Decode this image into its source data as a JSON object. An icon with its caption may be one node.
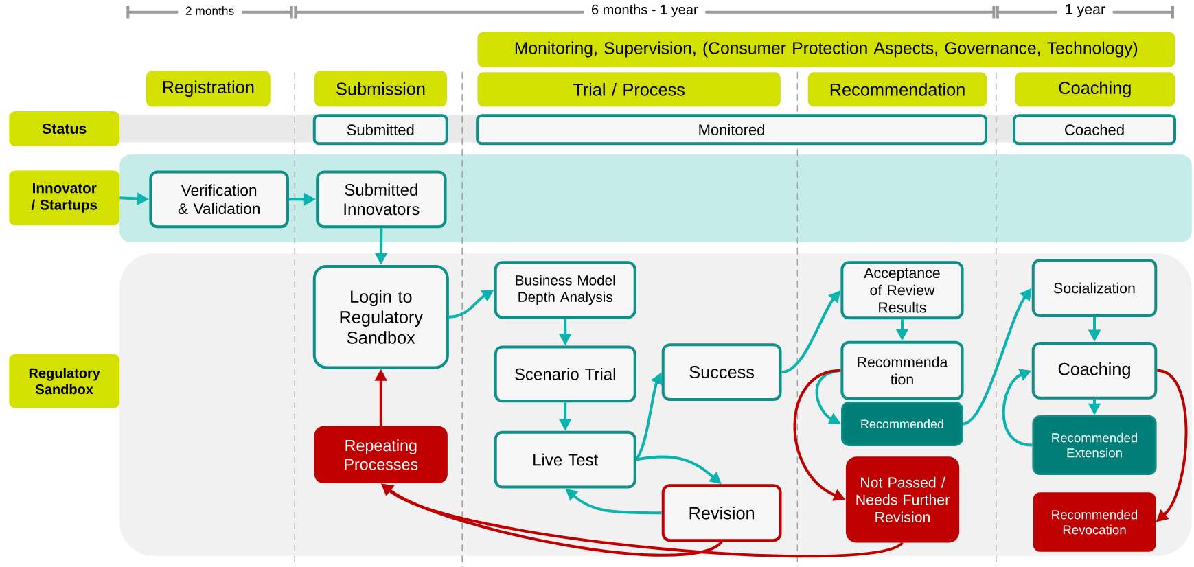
{
  "diagram": {
    "nodes": [
      {
        "text": [
          "Monitoring, Supervision, (Consumer Protection Aspects, Governance, Technology)"
        ]
      },
      {
        "text": [
          "Registration"
        ]
      },
      {
        "text": [
          "Submission"
        ]
      },
      {
        "text": [
          "Trial / Process"
        ]
      },
      {
        "text": [
          "Recommendation"
        ]
      },
      {
        "text": [
          "Coaching"
        ]
      },
      {
        "text": [
          "Status"
        ]
      },
      {
        "text": [],
        "shape": "box"
      },
      {
        "text": [
          "Submitted"
        ],
        "in": 7
      },
      {
        "text": [
          "Monitored"
        ],
        "in": 7
      },
      {
        "text": [
          "Coached"
        ],
        "in": 7
      },
      {
        "text": [
          "Innovator / Startups"
        ]
      },
      {
        "text": [],
        "shape": "box"
      },
      {
        "text": [
          "Verification & Validation"
        ],
        "in": 12
      },
      {
        "text": [
          "Submitted Innovators"
        ],
        "in": 12
      },
      {
        "text": [
          "Regulatory Sandbox"
        ]
      },
      {
        "text": [],
        "shape": "box"
      },
      {
        "text": [
          "Login to Regulatory Sandbox"
        ],
        "in": 16
      },
      {
        "text": [
          "Business Model Depth Analysis"
        ],
        "in": 16
      },
      {
        "text": [
          "Scenario Trial"
        ],
        "in": 16
      },
      {
        "text": [
          "Live Test"
        ],
        "in": 16
      },
      {
        "text": [
          "Success"
        ],
        "in": 16
      },
      {
        "text": [
          "Revision"
        ],
        "in": 16
      },
      {
        "text": [
          "Repeating Processes"
        ],
        "in": 16
      },
      {
        "text": [
          "Acceptance of Review Results"
        ],
        "in": 16
      },
      {
        "text": [
          "Recommenda tion"
        ],
        "in": 16
      },
      {
        "text": [
          "Recommended"
        ],
        "in": 16
      },
      {
        "text": [
          "Not Passed / Needs Further Revision"
        ],
        "in": 16
      },
      {
        "text": [
          "Socialization"
        ],
        "in": 16
      },
      {
        "text": [
          "Coaching"
        ],
        "in": 16
      },
      {
        "text": [
          "Recommended Extension"
        ],
        "in": 16
      },
      {
        "text": [
          "Recommended Revocation"
        ],
        "in": 16
      }
    ],
    "edges": [
      {
        "from": 11,
        "to": 13,
        "arrow": "to"
      },
      {
        "from": 13,
        "to": 14,
        "arrow": "to"
      },
      {
        "from": 14,
        "to": 17,
        "arrow": "to"
      },
      {
        "from": 17,
        "to": 18,
        "arrow": "to"
      },
      {
        "from": 18,
        "to": 19,
        "arrow": "to"
      },
      {
        "from": 19,
        "to": 20,
        "arrow": "to"
      },
      {
        "from": 20,
        "to": 21,
        "arrow": "to"
      },
      {
        "from": 20,
        "to": 22,
        "arrow": "to"
      },
      {
        "from": 22,
        "to": 20,
        "arrow": "to"
      },
      {
        "from": 22,
        "to": 23,
        "arrow": "to",
        "color": "#c00000"
      },
      {
        "from": 27,
        "to": 23,
        "arrow": "to",
        "color": "#c00000"
      },
      {
        "from": 23,
        "to": 17,
        "arrow": "to",
        "color": "#c00000"
      },
      {
        "from": 21,
        "to": 24,
        "arrow": "to"
      },
      {
        "from": 24,
        "to": 25,
        "arrow": "to"
      },
      {
        "from": 25,
        "to": 26,
        "arrow": "to"
      },
      {
        "from": 25,
        "to": 27,
        "arrow": "to",
        "color": "#c00000"
      },
      {
        "from": 26,
        "to": 28,
        "arrow": "to"
      },
      {
        "from": 28,
        "to": 29,
        "arrow": "to"
      },
      {
        "from": 29,
        "to": 30,
        "arrow": "to"
      },
      {
        "from": 30,
        "to": 29,
        "arrow": "to"
      },
      {
        "from": 29,
        "to": 31,
        "arrow": "to",
        "color": "#c00000"
      }
    ],
    "labels": [
      "2 months",
      "6 months - 1 year",
      "1 year"
    ]
  }
}
